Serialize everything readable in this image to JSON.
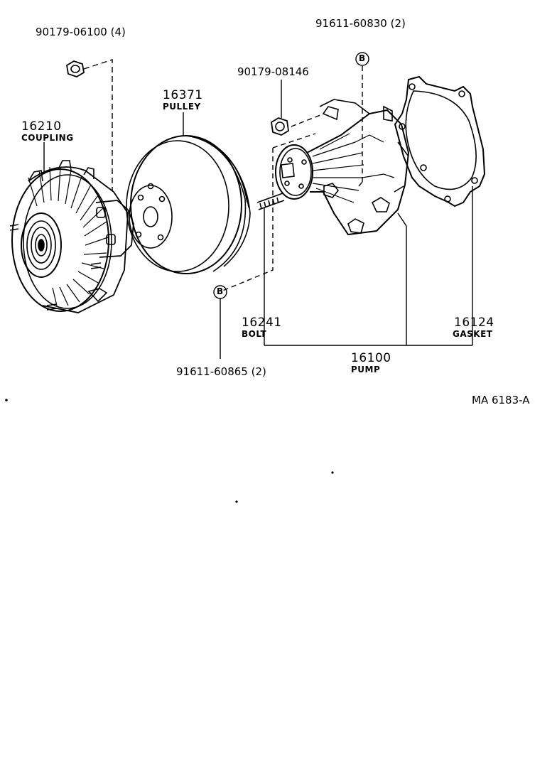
{
  "parts": {
    "nut_top": "90179-06100 (4)",
    "coupling_number": "16210",
    "coupling_name": "COUPLING",
    "pulley_number": "16371",
    "pulley_name": "PULLEY",
    "nut_mid": "90179-08146",
    "stud_top": "91611-60830 (2)",
    "bolt_number": "16241",
    "bolt_name": "BOLT",
    "gasket_number": "16124",
    "gasket_name": "GASKET",
    "pump_number": "16100",
    "pump_name": "PUMP",
    "stud_bottom": "91611-60865 (2)"
  },
  "markers": {
    "b_top": "B",
    "b_bottom": "B"
  },
  "figure_code": "MA  6183-A"
}
